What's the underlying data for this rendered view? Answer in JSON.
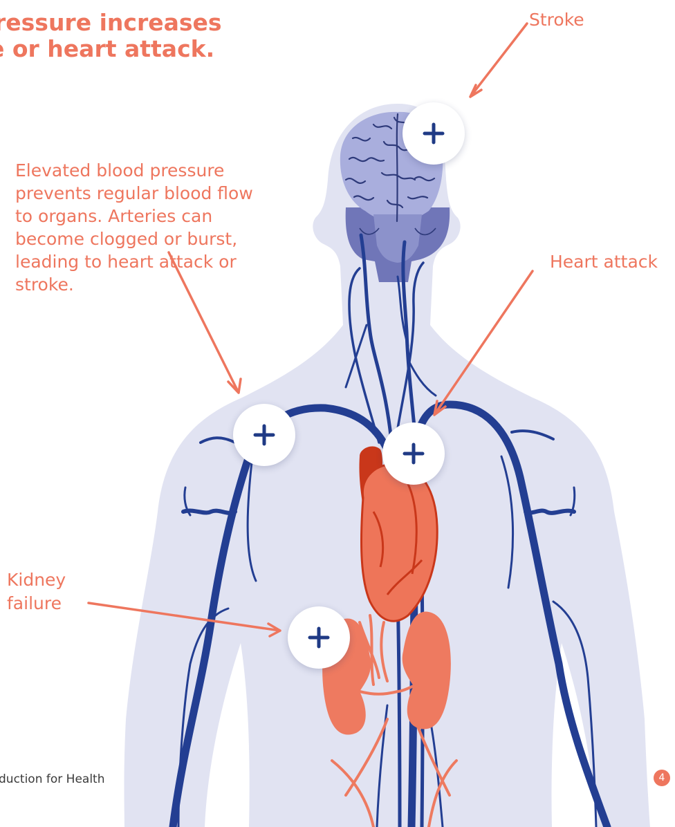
{
  "title": {
    "line1": "ressure increases",
    "line2": "e or heart attack."
  },
  "description": "Elevated blood pressure prevents regular blood flow to organs. Arteries can become clogged or burst, leading to heart attack or stroke.",
  "labels": {
    "stroke": "Stroke",
    "heart_attack": "Heart attack",
    "kidney_line1": "Kidney",
    "kidney_line2": "failure"
  },
  "footer": {
    "text": "duction for Health",
    "page_number": "4"
  },
  "colors": {
    "accent": "#EE765E",
    "body": "#E1E3F2",
    "vessel": "#233E92",
    "brain": "#A9AEDD",
    "heart": "#EE7559",
    "heart_dark": "#C9371A",
    "kidney": "#EE7A60",
    "marker_plus": "#1F3A85"
  }
}
